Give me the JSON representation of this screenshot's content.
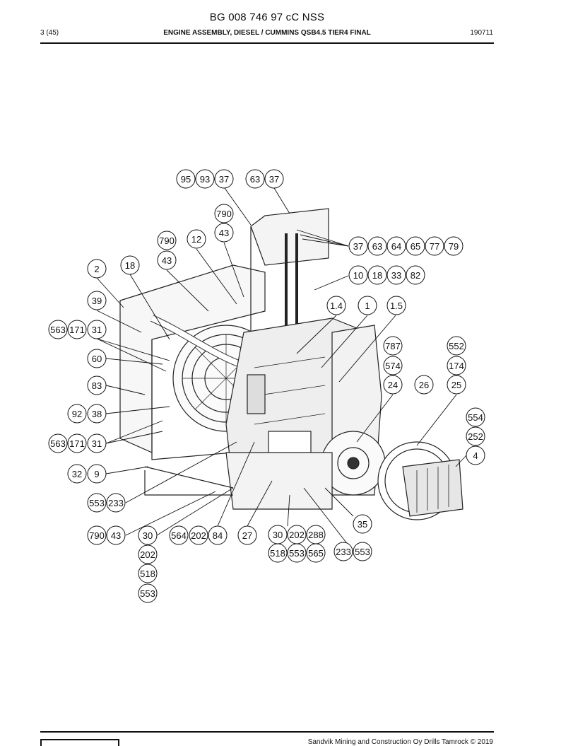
{
  "header": {
    "doc_id": "BG 008 746 97 cC NSS",
    "page": "3 (45)",
    "title": "ENGINE ASSEMBLY, DIESEL / CUMMINS QSB4.5 TIER4 FINAL",
    "date": "190711"
  },
  "footer": {
    "copyright": "Sandvik Mining and Construction Oy Drills Tamrock © 2019"
  },
  "callouts": [
    "95",
    "93",
    "37",
    "63",
    "37",
    "790",
    "43",
    "790",
    "43",
    "12",
    "37",
    "63",
    "64",
    "65",
    "77",
    "79",
    "2",
    "18",
    "10",
    "18",
    "33",
    "82",
    "39",
    "1.4",
    "1",
    "1.5",
    "563",
    "171",
    "31",
    "787",
    "552",
    "574",
    "174",
    "60",
    "83",
    "24",
    "26",
    "25",
    "92",
    "38",
    "554",
    "252",
    "563",
    "171",
    "31",
    "4",
    "32",
    "9",
    "553",
    "233",
    "35",
    "790",
    "43",
    "30",
    "564",
    "202",
    "84",
    "27",
    "30",
    "202",
    "288",
    "518",
    "553",
    "565",
    "233",
    "553",
    "202",
    "518",
    "553"
  ]
}
